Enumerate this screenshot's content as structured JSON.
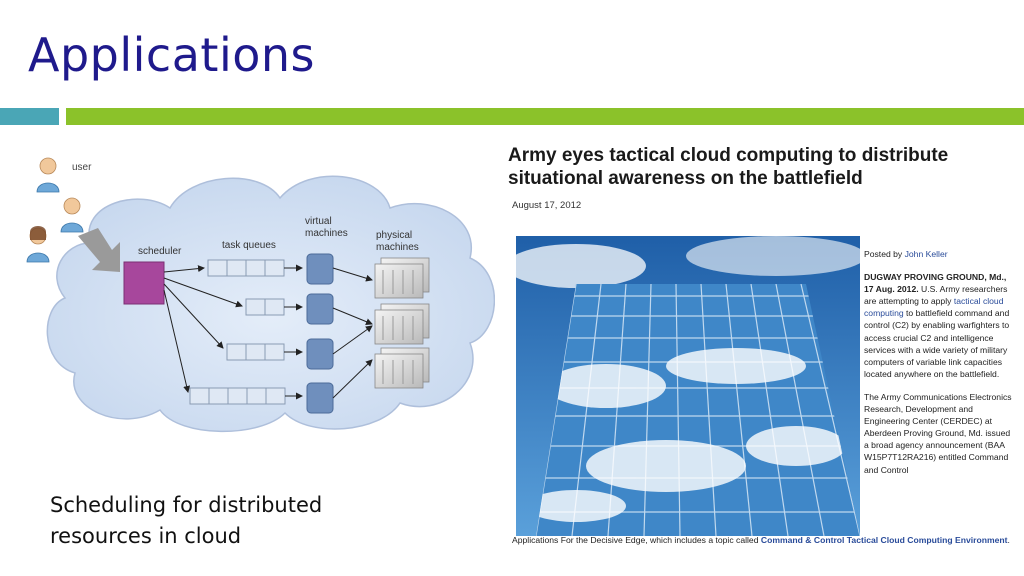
{
  "slide": {
    "title": "Applications",
    "caption_line1": "Scheduling for distributed",
    "caption_line2": "resources in cloud"
  },
  "diagram": {
    "labels": {
      "user": "user",
      "scheduler": "scheduler",
      "task_queues": "task queues",
      "virtual_1": "virtual",
      "virtual_2": "machines",
      "physical_1": "physical",
      "physical_2": "machines"
    },
    "colors": {
      "scheduler": "#a7479c",
      "vm": "#6f8fbd",
      "cloud": "#c9d9ef"
    }
  },
  "article": {
    "headline_1": "Army eyes tactical cloud computing to distribute",
    "headline_2": "situational awareness on the battlefield",
    "date": "August 17, 2012",
    "posted_by_prefix": "Posted by ",
    "author": "John Keller",
    "p1_bold": "DUGWAY PROVING GROUND, Md., 17 Aug. 2012.",
    "p1_text_a": " U.S. Army researchers are attempting to apply ",
    "p1_link": "tactical cloud computing",
    "p1_text_b": " to battlefield command and control (C2) by enabling warfighters to access crucial C2 and intelligence services with a wide variety of military computers of variable link capacities located anywhere on the battlefield.",
    "p2": "The Army Communications Electronics Research, Development and Engineering Center (CERDEC) at Aberdeen Proving Ground, Md. issued a broad agency announcement (BAA W15P7T12RA216) entitled Command and Control",
    "bottom_text": "Applications For the Decisive Edge, which includes a topic called ",
    "bottom_link": "Command & Control Tactical Cloud Computing Environment",
    "bottom_end": "."
  }
}
